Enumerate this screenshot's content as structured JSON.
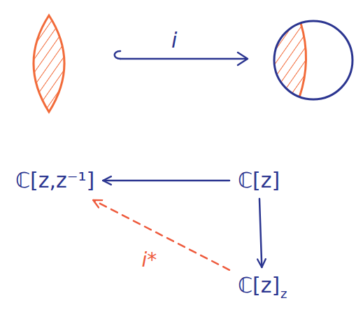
{
  "diagram": {
    "nodes": [
      {
        "text": [
          "ℂ[z,z⁻¹]"
        ]
      },
      {
        "text": [
          "ℂ[z]"
        ]
      },
      {
        "text": [
          "ℂ[z]",
          "z"
        ]
      }
    ],
    "edges": [
      {
        "from": 1,
        "to": 0,
        "arrow": "to"
      },
      {
        "from": 1,
        "to": 2,
        "arrow": "to"
      },
      {
        "from": 2,
        "to": 0,
        "label": "i*",
        "arrow": "to"
      }
    ],
    "labels": [
      "i"
    ]
  }
}
